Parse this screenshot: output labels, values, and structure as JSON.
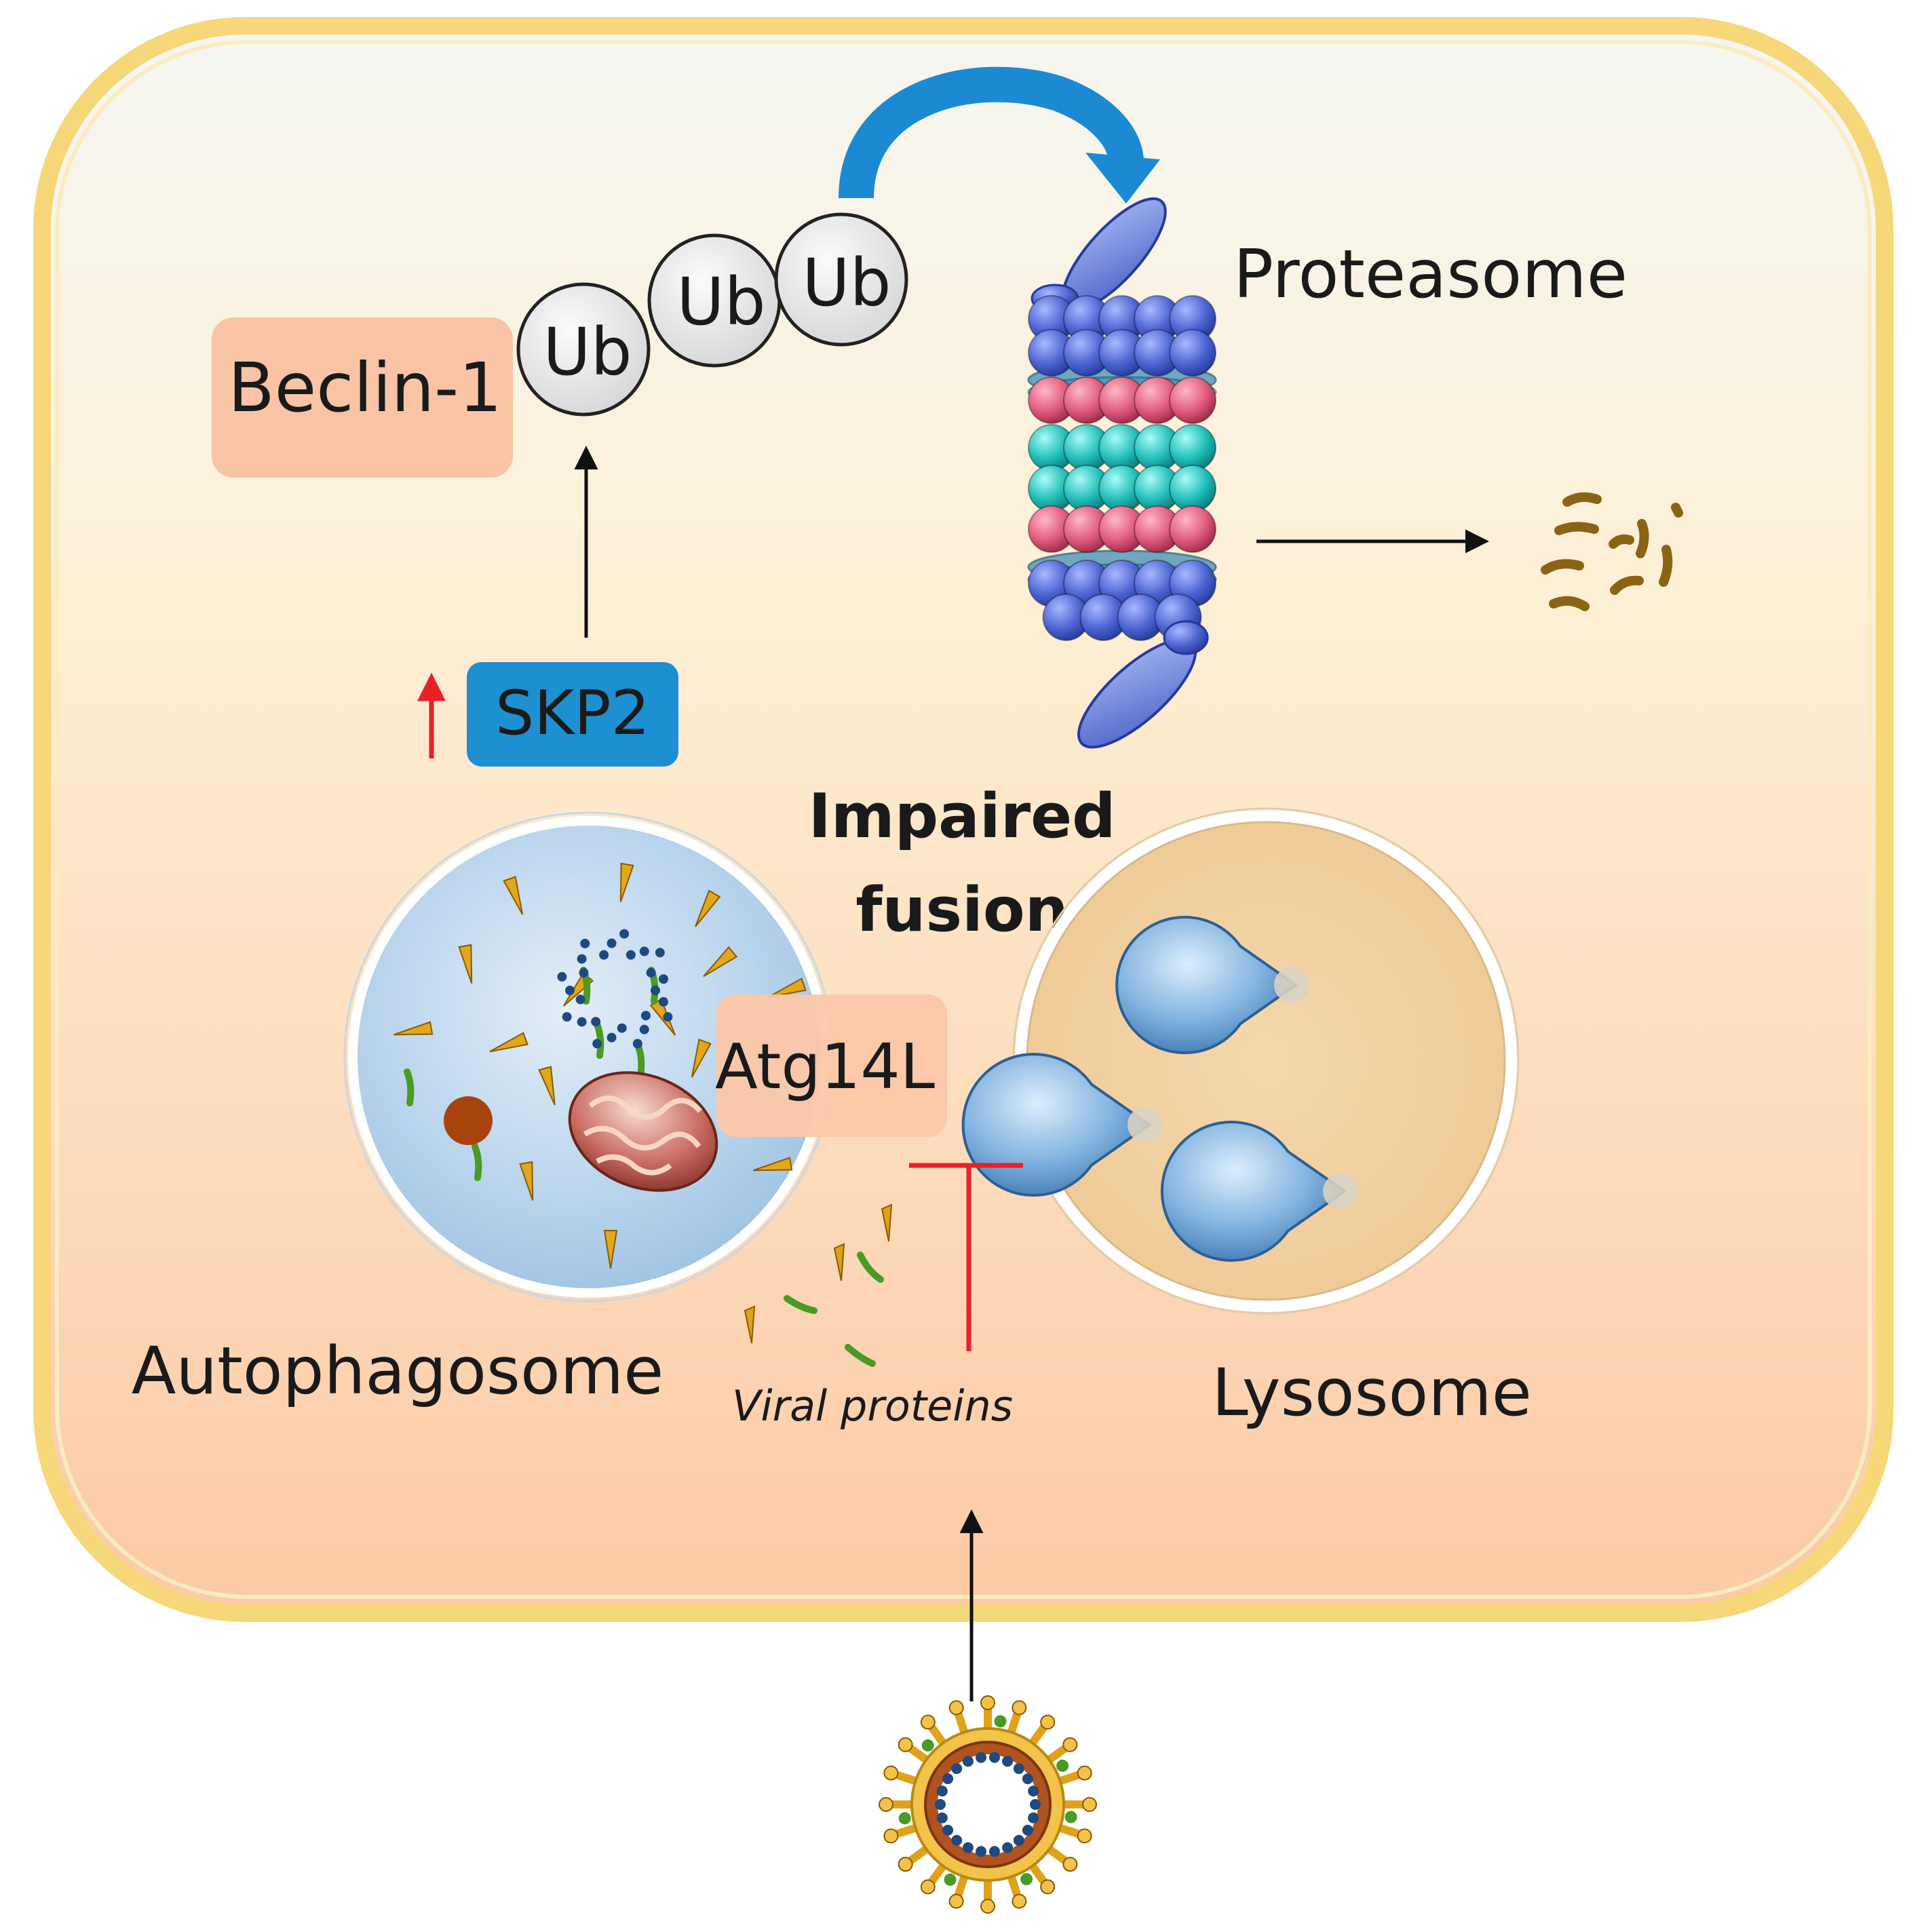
{
  "labels": {
    "beclin": "Beclin-1",
    "ub1": "Ub",
    "ub2": "Ub",
    "ub3": "Ub",
    "proteasome": "Proteasome",
    "skp2": "SKP2",
    "impaired_line1": "Impaired",
    "impaired_line2": "fusion",
    "atg14l": "Atg14L",
    "autophagosome": "Autophagosome",
    "lysosome": "Lysosome",
    "viral_proteins": "Viral proteins"
  },
  "colors": {
    "cell_border": "#f6d77a",
    "cell_fill_top": "#f7f6ef",
    "cell_fill_bottom": "#fbcda8",
    "beclin_box": "#f9c3a6",
    "atg14l_box": "#fbc7a8",
    "skp2_box": "#1e8fd0",
    "ub_fill": "#ececec",
    "curved_arrow": "#1b8ad2",
    "inhibit": "#e8202a",
    "upregulation": "#e8202a",
    "proteasome_blue": "#4a63c8",
    "proteasome_red": "#e0597a",
    "proteasome_teal": "#1fbcb8",
    "autophagosome_fill": "#b6d3ea",
    "lysosome_fill": "#f0cf9f",
    "fragments": "#8a6414"
  },
  "icons": {
    "proteasome": "proteasome-icon",
    "virus": "virus-icon",
    "mitochondrion": "mitochondrion-icon",
    "protease": "protease-icon",
    "peptide_fragments": "peptide-fragments-icon"
  }
}
